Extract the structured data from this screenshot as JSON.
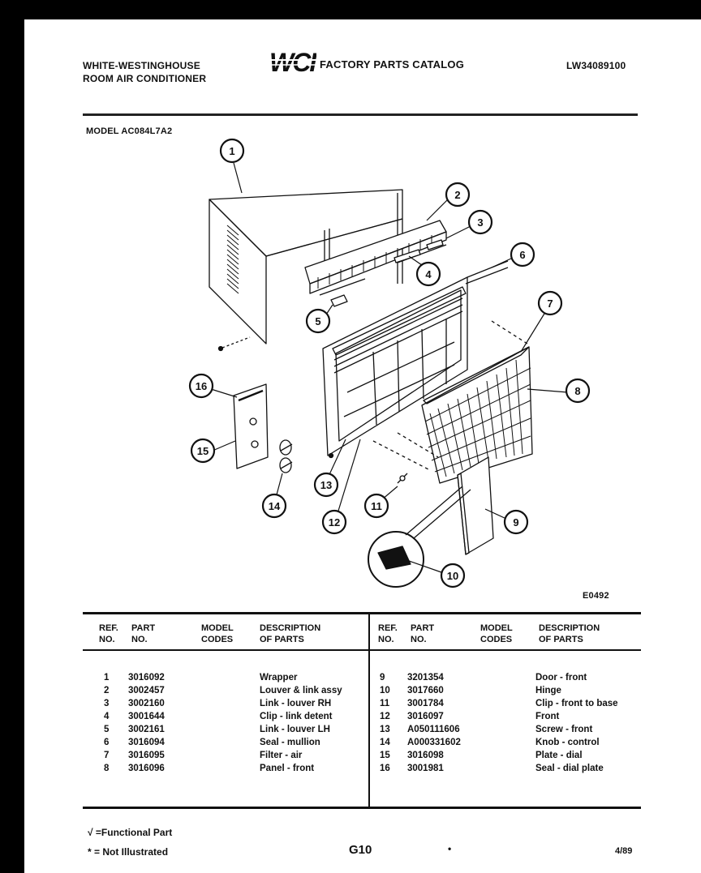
{
  "header": {
    "brand_line1": "WHITE-WESTINGHOUSE",
    "brand_line2": "ROOM AIR CONDITIONER",
    "logo_text": "WCI",
    "catalog_title": "FACTORY PARTS CATALOG",
    "catalog_number": "LW34089100",
    "model_label": "MODEL AC084L7A2"
  },
  "diagram": {
    "figure_code": "E0492",
    "callouts": [
      "1",
      "2",
      "3",
      "4",
      "5",
      "6",
      "7",
      "8",
      "9",
      "10",
      "11",
      "12",
      "13",
      "14",
      "15",
      "16"
    ]
  },
  "table": {
    "headers": {
      "ref_no": [
        "REF.",
        "NO."
      ],
      "part_no": [
        "PART",
        "NO."
      ],
      "model_codes": [
        "MODEL",
        "CODES"
      ],
      "description": [
        "DESCRIPTION",
        "OF PARTS"
      ]
    },
    "left": [
      {
        "ref": "1",
        "part": "3016092",
        "desc": "Wrapper"
      },
      {
        "ref": "2",
        "part": "3002457",
        "desc": "Louver & link assy"
      },
      {
        "ref": "3",
        "part": "3002160",
        "desc": "Link - louver RH"
      },
      {
        "ref": "4",
        "part": "3001644",
        "desc": "Clip - link detent"
      },
      {
        "ref": "5",
        "part": "3002161",
        "desc": "Link - louver LH"
      },
      {
        "ref": "6",
        "part": "3016094",
        "desc": "Seal - mullion"
      },
      {
        "ref": "7",
        "part": "3016095",
        "desc": "Filter - air"
      },
      {
        "ref": "8",
        "part": "3016096",
        "desc": "Panel - front"
      }
    ],
    "right": [
      {
        "ref": "9",
        "part": "3201354",
        "desc": "Door - front"
      },
      {
        "ref": "10",
        "part": "3017660",
        "desc": "Hinge"
      },
      {
        "ref": "11",
        "part": "3001784",
        "desc": "Clip - front to base"
      },
      {
        "ref": "12",
        "part": "3016097",
        "desc": "Front"
      },
      {
        "ref": "13",
        "part": "A050111606",
        "desc": "Screw - front"
      },
      {
        "ref": "14",
        "part": "A000331602",
        "desc": "Knob - control"
      },
      {
        "ref": "15",
        "part": "3016098",
        "desc": "Plate - dial"
      },
      {
        "ref": "16",
        "part": "3001981",
        "desc": "Seal - dial plate"
      }
    ]
  },
  "footer": {
    "functional_note": "√ =Functional Part",
    "not_illustrated_note": "* = Not Illustrated",
    "page_code": "G10",
    "date_code": "4/89"
  }
}
